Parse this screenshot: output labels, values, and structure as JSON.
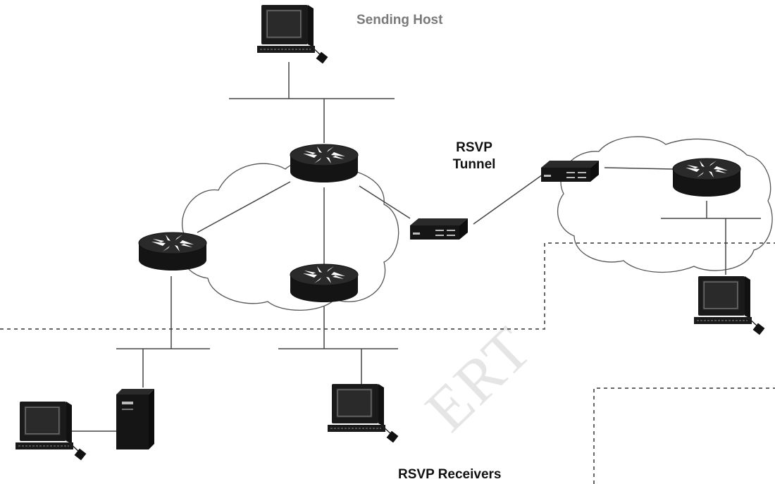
{
  "labels": {
    "sending_host": "Sending Host",
    "rsvp_tunnel": [
      "RSVP",
      "Tunnel"
    ],
    "rsvp_receivers": "RSVP Receivers"
  },
  "watermark": "ERT",
  "icons": {
    "router": "router-icon",
    "workstation": "workstation-icon",
    "tunnel_device": "tunnel-device-icon",
    "server": "server-icon",
    "cloud": "network-cloud-icon"
  },
  "colors": {
    "device_fill": "#161616",
    "line": "#444444",
    "dashed": "#666666"
  }
}
